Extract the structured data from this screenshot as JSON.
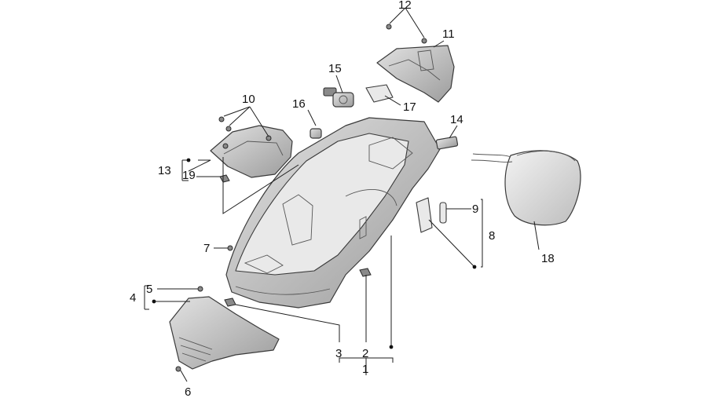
{
  "callouts": {
    "c1": "1",
    "c2": "2",
    "c3": "3",
    "c4": "4",
    "c5": "5",
    "c6": "6",
    "c7": "7",
    "c8": "8",
    "c9": "9",
    "c10": "10",
    "c11": "11",
    "c12": "12",
    "c13": "13",
    "c14": "14",
    "c15": "15",
    "c16": "16",
    "c17": "17",
    "c18": "18",
    "c19": "19"
  },
  "colors": {
    "outline": "#3a3a3a",
    "part_fill_top": "#d9d9d9",
    "part_fill_bottom": "#9a9a9a",
    "leader": "#1e1e1e"
  }
}
